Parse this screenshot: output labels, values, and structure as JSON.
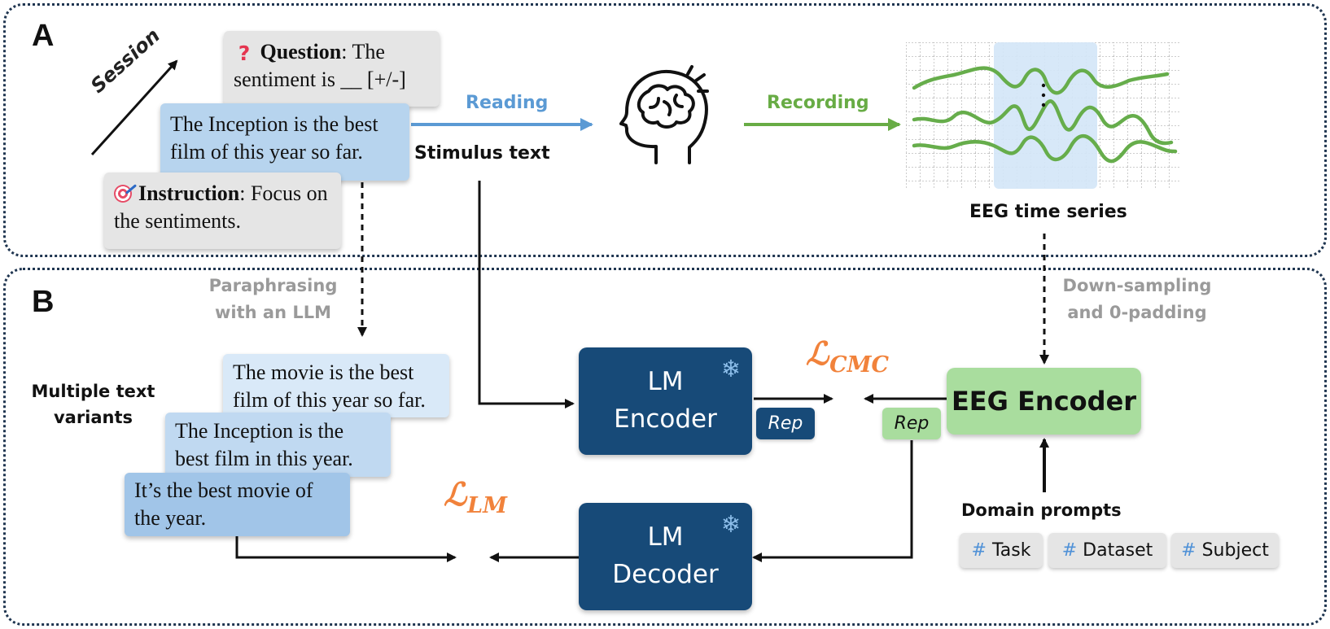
{
  "panel_labels": {
    "a": "A",
    "b": "B"
  },
  "section_a": {
    "session": "Session",
    "question_card": {
      "label": "Question",
      "text": ": The sentiment is __ [+/-]",
      "icon": "question-mark-icon"
    },
    "stimulus_card": {
      "text": "The Inception is the best film of this year so far."
    },
    "instruction_card": {
      "label": "Instruction",
      "text": ": Focus on the sentiments.",
      "icon": "target-icon"
    },
    "reading": "Reading",
    "stimulus_label": "Stimulus text",
    "head_icon": "human-head-brain-icon",
    "recording": "Recording",
    "eeg_time_series": "EEG time series",
    "colors": {
      "reading": "#5b9ad4",
      "recording": "#68ac45",
      "eeg_highlight": "#d4e6f7"
    }
  },
  "section_b": {
    "paraphrasing": "Paraphrasing with an LLM",
    "multiple_text_variants": "Multiple text variants",
    "text_variants": [
      "The movie is the best film of this year so far.",
      "The Inception is the best film in this year.",
      "It’s the best movie of the year."
    ],
    "lm_encoder": "LM\nEncoder",
    "lm_decoder": "LM\nDecoder",
    "eeg_encoder": "EEG Encoder",
    "rep_label": "Rep",
    "down_sampling": "Down-sampling and 0-padding",
    "loss_cmc_script": "ℒ",
    "loss_cmc_subscript": "CMC",
    "loss_lm_script": "ℒ",
    "loss_lm_subscript": "LM",
    "domain_prompts": "Domain prompts",
    "prompt_hash": "#",
    "domain_tags": [
      "Task",
      "Dataset",
      "Subject"
    ],
    "snowflake_icon": "frozen-snowflake-icon",
    "colors": {
      "lm_boxes": "#174a78",
      "eeg_encoder": "#a9dd9e",
      "losses": "#f1823b",
      "helper_text": "#9a9a9a"
    }
  }
}
